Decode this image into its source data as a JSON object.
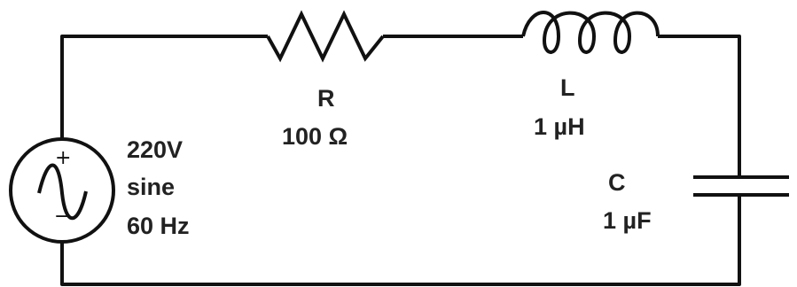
{
  "source": {
    "voltage": "220V",
    "waveform": "sine",
    "frequency": "60 Hz",
    "plus_sign": "+",
    "minus_sign": "−"
  },
  "resistor": {
    "name": "R",
    "value": "100 Ω"
  },
  "inductor": {
    "name": "L",
    "value": "1 µH"
  },
  "capacitor": {
    "name": "C",
    "value": "1 µF"
  },
  "colors": {
    "line": "#111111",
    "text": "#222222",
    "background": "#ffffff"
  }
}
